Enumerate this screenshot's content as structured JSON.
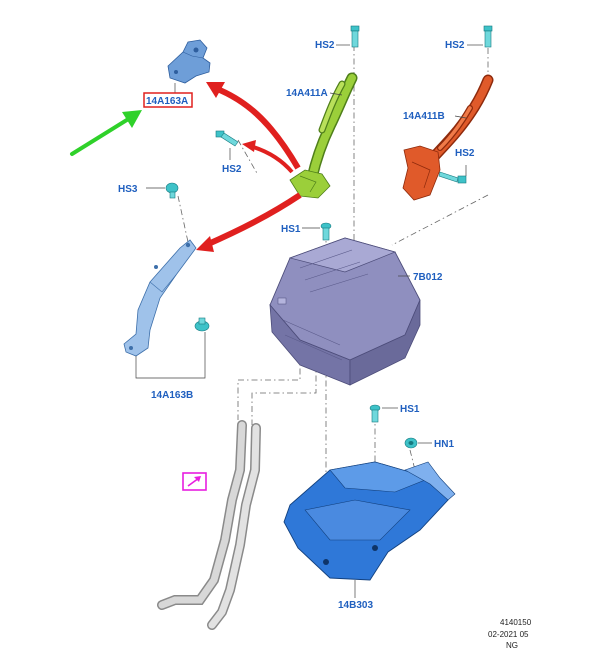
{
  "labels": {
    "bracket_top": "14A163A",
    "bracket_bottom": "14A163B",
    "hose_green": "14A411A",
    "hose_red": "14A411B",
    "module": "7B012",
    "tray": "14B303",
    "hs1_top": "HS1",
    "hs1_lower": "HS1",
    "hs2_green": "HS2",
    "hs2_red": "HS2",
    "hs2_small": "HS2",
    "hs2_red_lower": "HS2",
    "hs3": "HS3",
    "hn1": "HN1"
  },
  "footer": {
    "number": "4140150",
    "date": "02-2021 05",
    "code": "NG"
  },
  "colors": {
    "label": "#1f5fbf",
    "highlight_box": "#e0201f",
    "green_arrow": "#2fd12a",
    "red_arrow": "#e0201f",
    "magenta_box": "#e81ee0",
    "bracket": "#6e9ed8",
    "hose_green": "#9bcf3a",
    "hose_red": "#e05a2a",
    "module": "#8f8fbf",
    "tray": "#2f78d8",
    "fastener": "#3ec2c8"
  }
}
